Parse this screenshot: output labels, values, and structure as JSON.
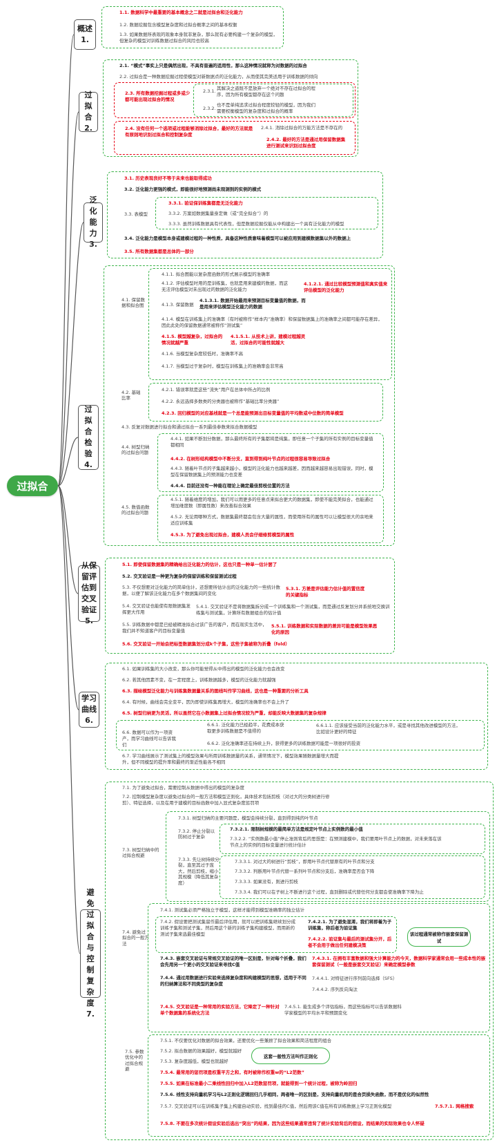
{
  "root": {
    "label": "过拟合"
  },
  "sections": [
    {
      "num": "1.",
      "title": "概述"
    },
    {
      "num": "2.",
      "title": "过拟合"
    },
    {
      "num": "3.",
      "title": "泛化能力"
    },
    {
      "num": "4.",
      "title": "过拟合检验"
    },
    {
      "num": "5.",
      "title": "从保留评估到交叉验证"
    },
    {
      "num": "6.",
      "title": "学习曲线"
    },
    {
      "num": "7.",
      "title": "避免过拟合与控制复杂度"
    }
  ],
  "s1": {
    "i1": "1.1. 数据科学中最重要的基本概念之二就是过拟合和泛化能力",
    "i2": "1.2. 数据挖掘包含模型复杂度和过拟合概率之间的基本权衡",
    "i3": "1.3. 如果数据所表现的现象本身就非复杂，那么就有必要构建一个复杂的模型，但复杂的模型对训练数据过拟合的风险也较高"
  },
  "s2": {
    "i1": "2.1. “模式”事实上只是偶然出现，不具有普遍的适用性，那么这种情况就称为对数据的过拟合",
    "i2": "2.2. 过拟合是一种数据挖掘过程使模型对新数据点的泛化能力，从而使其完美适用于训练数据的倾向",
    "i3": "2.3. 所有数据挖掘过程或多或少都可能出现过拟合的情况",
    "i31": "其解决之道既不是放弃一个绝对不存在过拟合的程序，因为所有模型都存在这个问题",
    "i32": "也不是单纯追求过拟合程度较轻的模型，因为我们需要权衡模型的复杂度和过拟合的概率",
    "n31": "2.3.1.",
    "n32": "2.3.2.",
    "i4": "2.4. 没有任何一个选项或过程能够消除过拟合，最好的方法就是有原则地识别过拟合和控制复杂度",
    "i41": "2.4.1. 消除过拟合的万能方法是不存在的",
    "i42": "2.4.2. 最好的方法是通过用保留数据集进行测试来识别过拟合度"
  },
  "s3": {
    "i1": "3.1. 历史表现良好不等于未来也能取得成功",
    "i2": "3.2. 泛化能力更强的模式，即能很好地预测尚未观测到的实例的模式",
    "i3": "3.3. 表模型",
    "i31": "3.3.1. 验证保训练集都是无泛化能力",
    "i32": "3.3.2. 方案如数据集量身定做（或“完全拟合”）的",
    "i33": "3.3.3. 虽然训练数据具有代表性，但是数据挖掘仅能从中构建出一个具有泛化能力的模型",
    "i4": "3.4. 泛化能力是模型本身或建模过程的一种性质，具备这种性质意味着模型可以被应用到建模数据集以外的数据上",
    "i5": "3.5. 所有数据集都是总体的一部分"
  },
  "s4": {
    "g1": "4.1. 保留数据和拟合图",
    "i11": "4.1.1. 拟合图能以复杂度函数的形式展示模型的准确率",
    "i12": "4.1.2. 评估模型时用的是训练集，也就是用来建模的数据，而这无法评估模型对未出现过的数据的泛化能力",
    "i121": "4.1.2.1. 通过比较模型预测值和真实值来评估模型的泛化能力",
    "i13": "4.1.3. 保留数据",
    "i131": "4.1.3.1. 数据开始最用来预测目标变量值的数据，而是用来评估模型泛化能力的数据",
    "i14": "4.1.4. 模型在训练集上的准确率（有时被称作“样本内”准确率）和保留数据集上的准确率之间都可能存在差异，因此此处的保留数据通常被称作“测试集”",
    "i15": "4.1.5. 模型越复杂，过拟合的情况就越严重",
    "i151": "4.1.5.1. 从技术上讲，建模过程越灵活，过拟合的可能性就越大",
    "i16": "4.1.6. 当模型复杂度较低时，准确率不高",
    "i17": "4.1.7. 当模型过于复杂时，模型在训练集上的准确率会非常高",
    "g2": "4.2. 基础比率",
    "i21": "4.2.1. 错误率就是这些“流失”用户在总体中所占的比例",
    "i22": "4.2.2. 永远选择多数类的分类器也被称作“基础比率分类器”",
    "i23": "4.2.3. 回归模型的对应基线就是一个总是能预测出目标变量值的平均数或中位数的简单模型",
    "i3": "4.3. 反复对数据进行拟合和通过拟合一系列最佳参数来拟合数据模型",
    "g4": "4.4. 树型归纳的过拟合问题",
    "i41": "4.4.1. 如果不断划分数据，那么最终所有的子集都将是纯集，即任意一个子集的所有实例的目标变量值都相同",
    "i42": "4.4.2. 在树形结构模型中不断分支，直到得到纯叶节点的过程很容易导致过拟合",
    "i43": "4.4.3. 随着叶节点的子集越来越小，模型的泛化能力也越来越差，因而越来越容易出现错误，同时，模型在保留数据集上的预测能力也变差",
    "i44": "4.4.4. 目前还没有一种能在理论上确定最佳剪枝位置的方法",
    "g5": "4.5. 数值函数的过拟合问题",
    "i51": "4.5.1. 随着维度的增加，我们可以用更多的任意点来拟合更大的数据集，即使不能完美拟合，也能通过增加维度数（即属性数）来改善拟合效果",
    "i52": "4.5.2. 无论用哪种方式，数据集最终都会包含大量的属性，而使用所有的属性可以让模型很大的余地来适应训练集",
    "i53": "4.5.3. 为了避免出现过拟合，建模人员会仔细修剪模型的属性"
  },
  "s5": {
    "i1": "5.1. 即使保留数据集的精确给出泛化能力的估计，这也只是一种单一估计罢了",
    "i2": "5.2. 交叉验证是一种更为复杂的保留训练和保留测试过程",
    "i3": "5.3. 不仅想要对泛化能力的简单估计，还想要所估计出的泛化能力的一些统计数据，以便了解该泛化能力在多个数据集间的变化",
    "i31": "5.3.1. 方差是评估能力估计值的置信度的关键指标",
    "i4": "5.4. 交叉验证也能使有限数据集发挥更大作用",
    "i41": "5.4.1. 交叉验证不是将数据集拆分成一个训练集和一个测试集，而是通过反复划分并系统地交换训练集与测试集，计算所有数据组合的估计值",
    "i5": "5.5. 训练数据中都是已经被精准拟合过该广告的客户，而在现实生活中，我们并不知道客户的目标变量值",
    "i51": "5.5.1. 训练数据和实际数据的差异可能是模型效果恶化的原因",
    "i6": "5.6. 交叉验证一开始会把标签数据集划分成k个子集，这些子集被称为折叠（fold）"
  },
  "s6": {
    "i1": "6.1. 如果训练集的大小改变，那么你可能觉得从中得出的模型的泛化能力也会改变",
    "i2": "6.2. 若其他因素不变，在一定程度上，训练数据越多，模型的泛化能力就越强",
    "i3": "6.3. 描绘模型泛化能力与训练集数据量关系的图线叫作学习曲线，这也是一种重要的分析工具",
    "i4": "6.4. 有时候，曲线会完全变平，因为即使训练集再增大，模型的准确率也不会上升了",
    "i5": "6.5. 树型归纳更为灵活，所以虽然它在小数据集上过拟合情况较为严重，却能反映大数据集的复杂规律",
    "i6": "6.6. 数据可以作为一项资产，而学习曲线可以告诉我们",
    "i61": "6.6.1. 泛化能力已经趋平，花费成本获取更多训练数据是不值得的",
    "i611": "6.6.1.1. 应该接受当前的泛化能力水平，或是寻找其他改进模型的方法，比如设计更好的特征",
    "i62": "6.6.2. 泛化准确率还在持续上升，获得更多的训练数据可能是一项很好的投资",
    "i7": "6.7. 学习曲线展示了测试集上的模型效果与所用训练数据量的关系，通常情况下，模型效果随数据量增大而提升，但不同模型的提升率和最终的渐近性能各不相同"
  },
  "s7": {
    "i1": "7.1. 为了避免过拟合，需要控制从数据中得出的模型的复杂度",
    "i2": "7.2. 控制模型复杂度以避免过拟合的一般方法和模型正则化，具体技术包括剪枝（对过大的分类树进行修剪）、特征选择，以及在用于建模的目标函数中加入显式复杂度惩罚项",
    "g3": "7.3. 树型归纳中的过拟合规避",
    "i31": "7.3.1. 树型归纳的主要问题是，模型会持续分裂，直到得到纯的叶节点",
    "g32": "7.3.2. 停止分裂以防树过于复杂",
    "i321": "7.3.2.1. 限制树规模的最简单方法是规定叶节点上实例数的最小值",
    "i322": "7.3.2.2. “实例数最小值”停止准则背后的思想是：在预测建模中，我们要用叶节点上的数据，对未来落在该节点上的实例的目标变量进行统计估计",
    "g33": "7.3.3. 先让树持续分裂，直至其过于庞大，然后剪枝，缩小其规模（降低其复杂度）",
    "i331": "7.3.3.1. 对过大的树进行“剪枝”，即用叶节点代替原有的叶节点和分支",
    "i332": "7.3.3.2. 判断用叶节点代替一系列叶节点和分支后，准确率是否会下降",
    "i333": "7.3.3.3. 如果没有，则进行剪枝",
    "i334": "7.3.3.4. 我们可以在子树上不断进行这个过程，直到删除或代替任何分支都会使准确率下降为止",
    "g4": "7.4. 避免过拟合的一般方法",
    "i41": "7.4.1. 测试集必须严格独立于模型，这样才能得到模型准确率的独立估计",
    "i42": "7.4.2. 假设要把测试集留作最后评估用，就可以把训练集继续划分成训练子集和测试子集，然后用这个新的训练子集构建模型，而用新的测试子集来选最佳模型",
    "i421": "7.4.2.1. 为了避免混淆，我们将即着为子训练集，称后者为验证集",
    "i422": "7.4.2.2. 验证集与最后的测试集分开，后者不会用于做出任何建模决策",
    "i42x": "该过程通常被称作嵌套保留测试",
    "i43": "7.4.3. 嵌套交叉验证与常规交叉验证的唯一区别是，针对每个折叠，我们会先用另一个更小的交叉验证来寻找C值",
    "i431": "7.4.3.1. 在拥有丰富数据和强大计算能力的今天，数据科学家通常会用一些成本性的嵌套保留测试（一般是嵌套交叉验证）来确定模型参数",
    "i44": "7.4.4. 通过用数据进行实验来选择复杂度和构建模型的思想，适用于不同的归纳算法和不同类型的复杂度",
    "i441": "7.4.4.1. 对特征进行序列前向选择（SFS）",
    "i442": "7.4.4.2. 序列反向淘汰",
    "i45": "7.4.5. 交叉验证是一种常用的实验方法，它降定了一种针对单个数据集的系统化方法",
    "i451": "7.4.5.1. 能生成多个评估指标，而这些指标可以告诉数据科学家模型的平均水平和预期变化",
    "g5": "7.5. 参数优化中的过拟合规避",
    "i51": "7.5.1. 不仅要优化对数据的拟合效果，还要优化一些兼顾了拟合效果和简洁程度的组合",
    "i52": "7.5.2. 拟合数据的效果越好，模型就越好",
    "i53": "7.5.3. 复杂度越低，模型也就越好",
    "i5x": "这套一般性方法叫作正则化",
    "i54": "7.5.4. 最常用的惩罚项是权重平方之和，有时被称作权重w的“L2范数”",
    "i55": "7.5.5. 如果在标准最小二乘线性回归中加入L2范数惩罚项，就能得到一个统计过程，被称为岭回归",
    "i56": "7.5.6. 线性支持向量机学习与L2正则化逻辑回归几乎相同，两者唯一的区别是，支持向量机用的是合页损失函数，而不是优化的似然性",
    "i57": "7.5.7. 交叉验证可以在训练集子集上构建自动实验，找到最佳的C值，然后用该C值在所有训练数据上学习正则化模型",
    "i571": "7.5.7.1. 网格搜索",
    "i58": "7.5.8. 不要在多次统计假设实验后选出“突出”的结果，因为这些结果通常违背了统计实验背后的假设，而结果的实际效果也令人怀疑"
  }
}
